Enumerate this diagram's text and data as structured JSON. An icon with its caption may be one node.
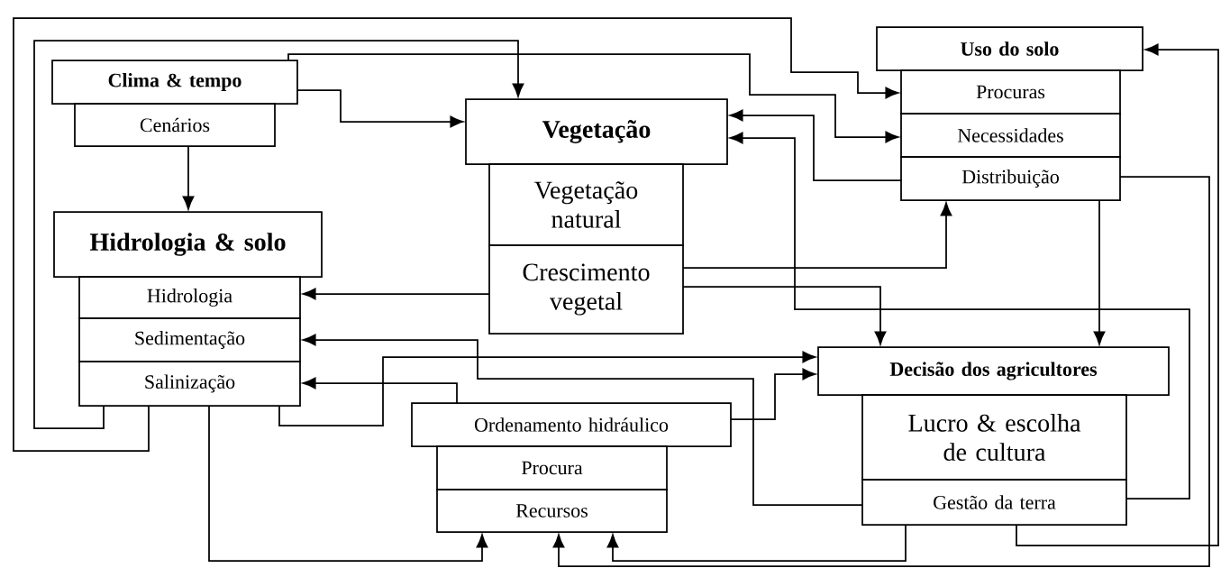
{
  "diagram": {
    "nodes": [
      {
        "text": [
          "Clima & tempo"
        ]
      },
      {
        "text": [
          "Cenários"
        ]
      },
      {
        "text": [
          "Vegetação"
        ]
      },
      {
        "text": [
          "Vegetação natural"
        ]
      },
      {
        "text": [
          "Crescimento vegetal"
        ]
      },
      {
        "text": [
          "Uso do solo"
        ]
      },
      {
        "text": [
          "Procuras"
        ]
      },
      {
        "text": [
          "Necessidades"
        ]
      },
      {
        "text": [
          "Distribuição"
        ]
      },
      {
        "text": [
          "Hidrologia & solo"
        ]
      },
      {
        "text": [
          "Hidrologia"
        ]
      },
      {
        "text": [
          "Sedimentação"
        ]
      },
      {
        "text": [
          "Salinização"
        ]
      },
      {
        "text": [
          "Decisão dos agricultores"
        ]
      },
      {
        "text": [
          "Lucro & escolha de cultura"
        ]
      },
      {
        "text": [
          "Gestão da terra"
        ]
      },
      {
        "text": [
          "Ordenamento hidráulico"
        ]
      },
      {
        "text": [
          "Procura"
        ]
      },
      {
        "text": [
          "Recursos"
        ]
      }
    ],
    "edges": [
      {
        "from": 12,
        "to": 6,
        "arrow": "to"
      },
      {
        "from": 12,
        "to": 2,
        "arrow": "to"
      },
      {
        "from": 0,
        "to": 7,
        "arrow": "to"
      },
      {
        "from": 0,
        "to": 2,
        "arrow": "to"
      },
      {
        "from": 1,
        "to": 9,
        "arrow": "to"
      },
      {
        "from": 8,
        "to": 2,
        "arrow": "to"
      },
      {
        "from": 15,
        "to": 2,
        "arrow": "to"
      },
      {
        "from": 4,
        "to": 8,
        "arrow": "to"
      },
      {
        "from": 4,
        "to": 13,
        "arrow": "to"
      },
      {
        "from": 4,
        "to": 10,
        "arrow": "to"
      },
      {
        "from": 8,
        "to": 13,
        "arrow": "to"
      },
      {
        "from": 8,
        "to": 18,
        "arrow": "to"
      },
      {
        "from": 15,
        "to": 5,
        "arrow": "to"
      },
      {
        "from": 15,
        "to": 18,
        "arrow": "to"
      },
      {
        "from": 12,
        "to": 18,
        "arrow": "to"
      },
      {
        "from": 15,
        "to": 11,
        "arrow": "to"
      },
      {
        "from": 16,
        "to": 12,
        "arrow": "to"
      },
      {
        "from": 12,
        "to": 13,
        "arrow": "to"
      },
      {
        "from": 16,
        "to": 13,
        "arrow": "to"
      }
    ]
  }
}
